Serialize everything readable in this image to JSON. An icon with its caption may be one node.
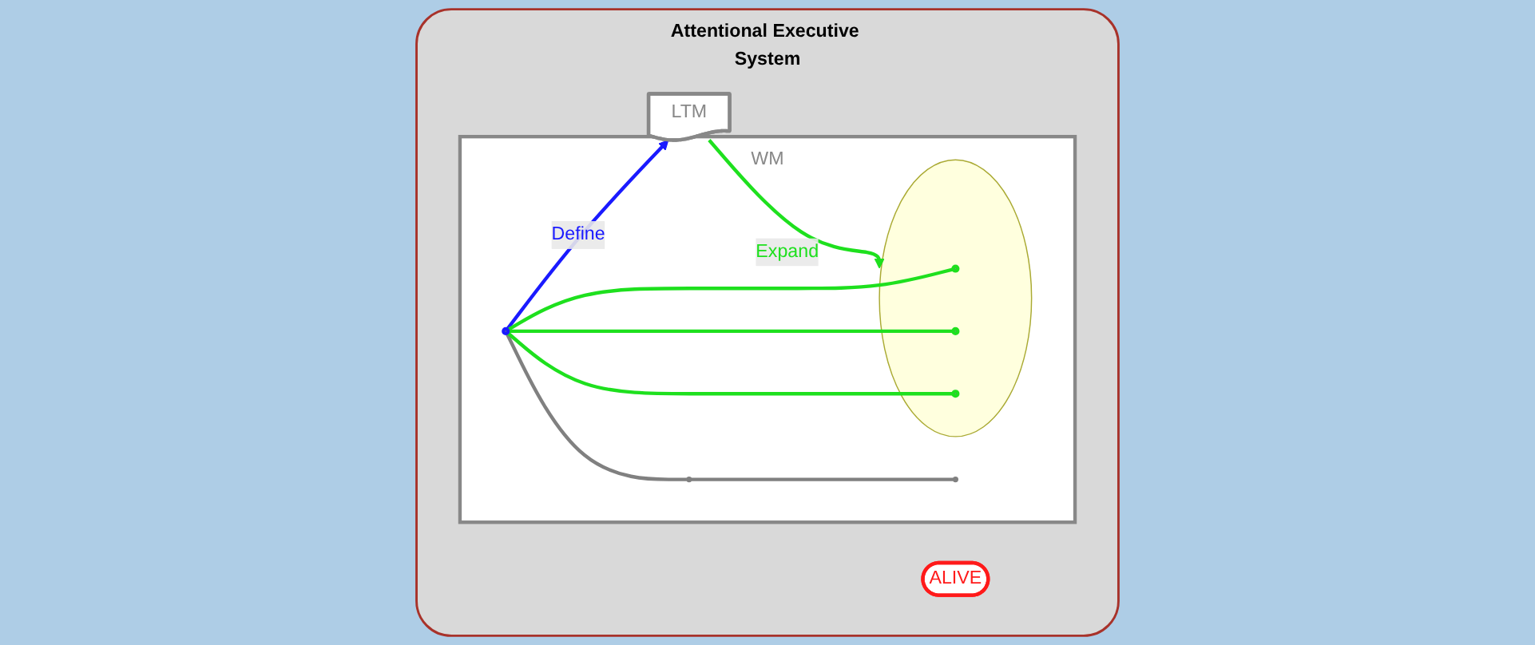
{
  "diagram": {
    "nodes": [
      {
        "text": [
          "Attentional Executive System"
        ]
      },
      {
        "text": [
          "LTM"
        ],
        "in": 0
      },
      {
        "text": [
          "ALIVE"
        ],
        "in": 0
      },
      {
        "text": [
          "WM"
        ],
        "in": 0
      },
      {
        "text": [],
        "shape": "circle",
        "in": 3
      },
      {
        "text": [],
        "shape": "circle",
        "in": 3
      },
      {
        "text": [],
        "shape": "circle",
        "in": 3
      },
      {
        "text": [],
        "shape": "ellipse",
        "in": 3
      },
      {
        "text": [],
        "shape": "circle",
        "in": 7
      },
      {
        "text": [],
        "shape": "circle",
        "in": 7
      },
      {
        "text": [],
        "shape": "circle",
        "in": 7
      }
    ],
    "edges": [
      {
        "from": 4,
        "to": 1,
        "arrow": "to",
        "label": "Define",
        "color": "#1a1aff"
      },
      {
        "from": 1,
        "to": 7,
        "arrow": "to",
        "label": "Expand",
        "color": "#1ee01e"
      },
      {
        "from": 4,
        "to": 5,
        "arrow": "none",
        "color": "#808080"
      },
      {
        "from": 5,
        "to": 6,
        "arrow": "none",
        "color": "#808080"
      },
      {
        "from": 4,
        "to": 8,
        "arrow": "none",
        "color": "#1ee01e"
      },
      {
        "from": 4,
        "to": 9,
        "arrow": "none",
        "color": "#1ee01e"
      },
      {
        "from": 4,
        "to": 10,
        "arrow": "none",
        "color": "#1ee01e"
      }
    ]
  }
}
